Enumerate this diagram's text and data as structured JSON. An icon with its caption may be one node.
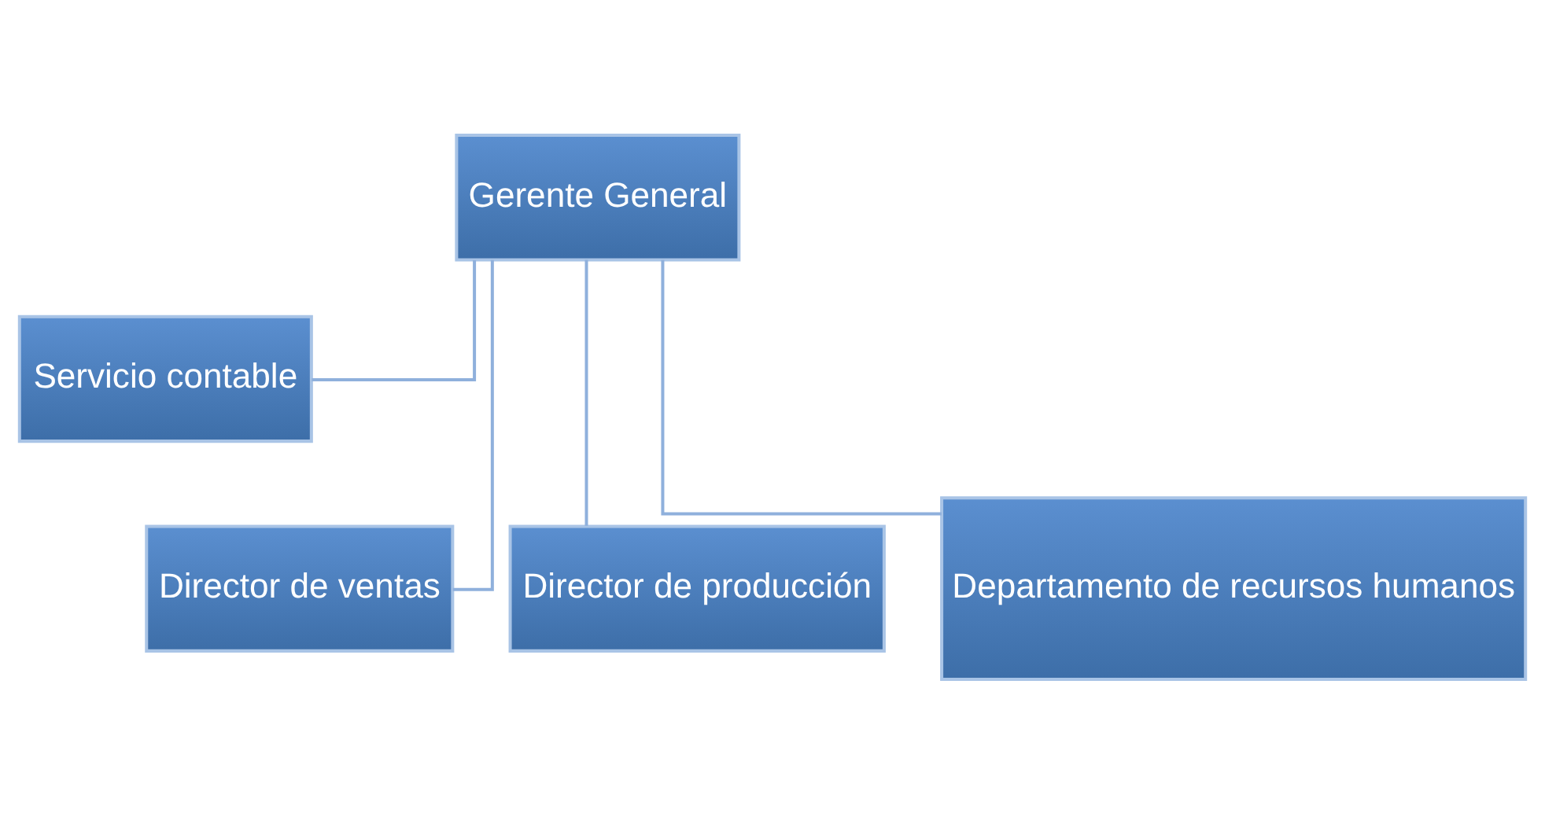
{
  "diagram": {
    "nodes": [
      {
        "text": [
          "Gerente General"
        ]
      },
      {
        "text": [
          "Servicio contable"
        ]
      },
      {
        "text": [
          "Director de ventas"
        ]
      },
      {
        "text": [
          "Director de producción"
        ]
      },
      {
        "text": [
          "Departamento de recursos humanos"
        ]
      }
    ],
    "edges": [
      {
        "from": 0,
        "to": 1,
        "arrow": "none"
      },
      {
        "from": 0,
        "to": 2,
        "arrow": "none"
      },
      {
        "from": 0,
        "to": 3,
        "arrow": "none"
      },
      {
        "from": 0,
        "to": 4,
        "arrow": "none"
      }
    ]
  }
}
